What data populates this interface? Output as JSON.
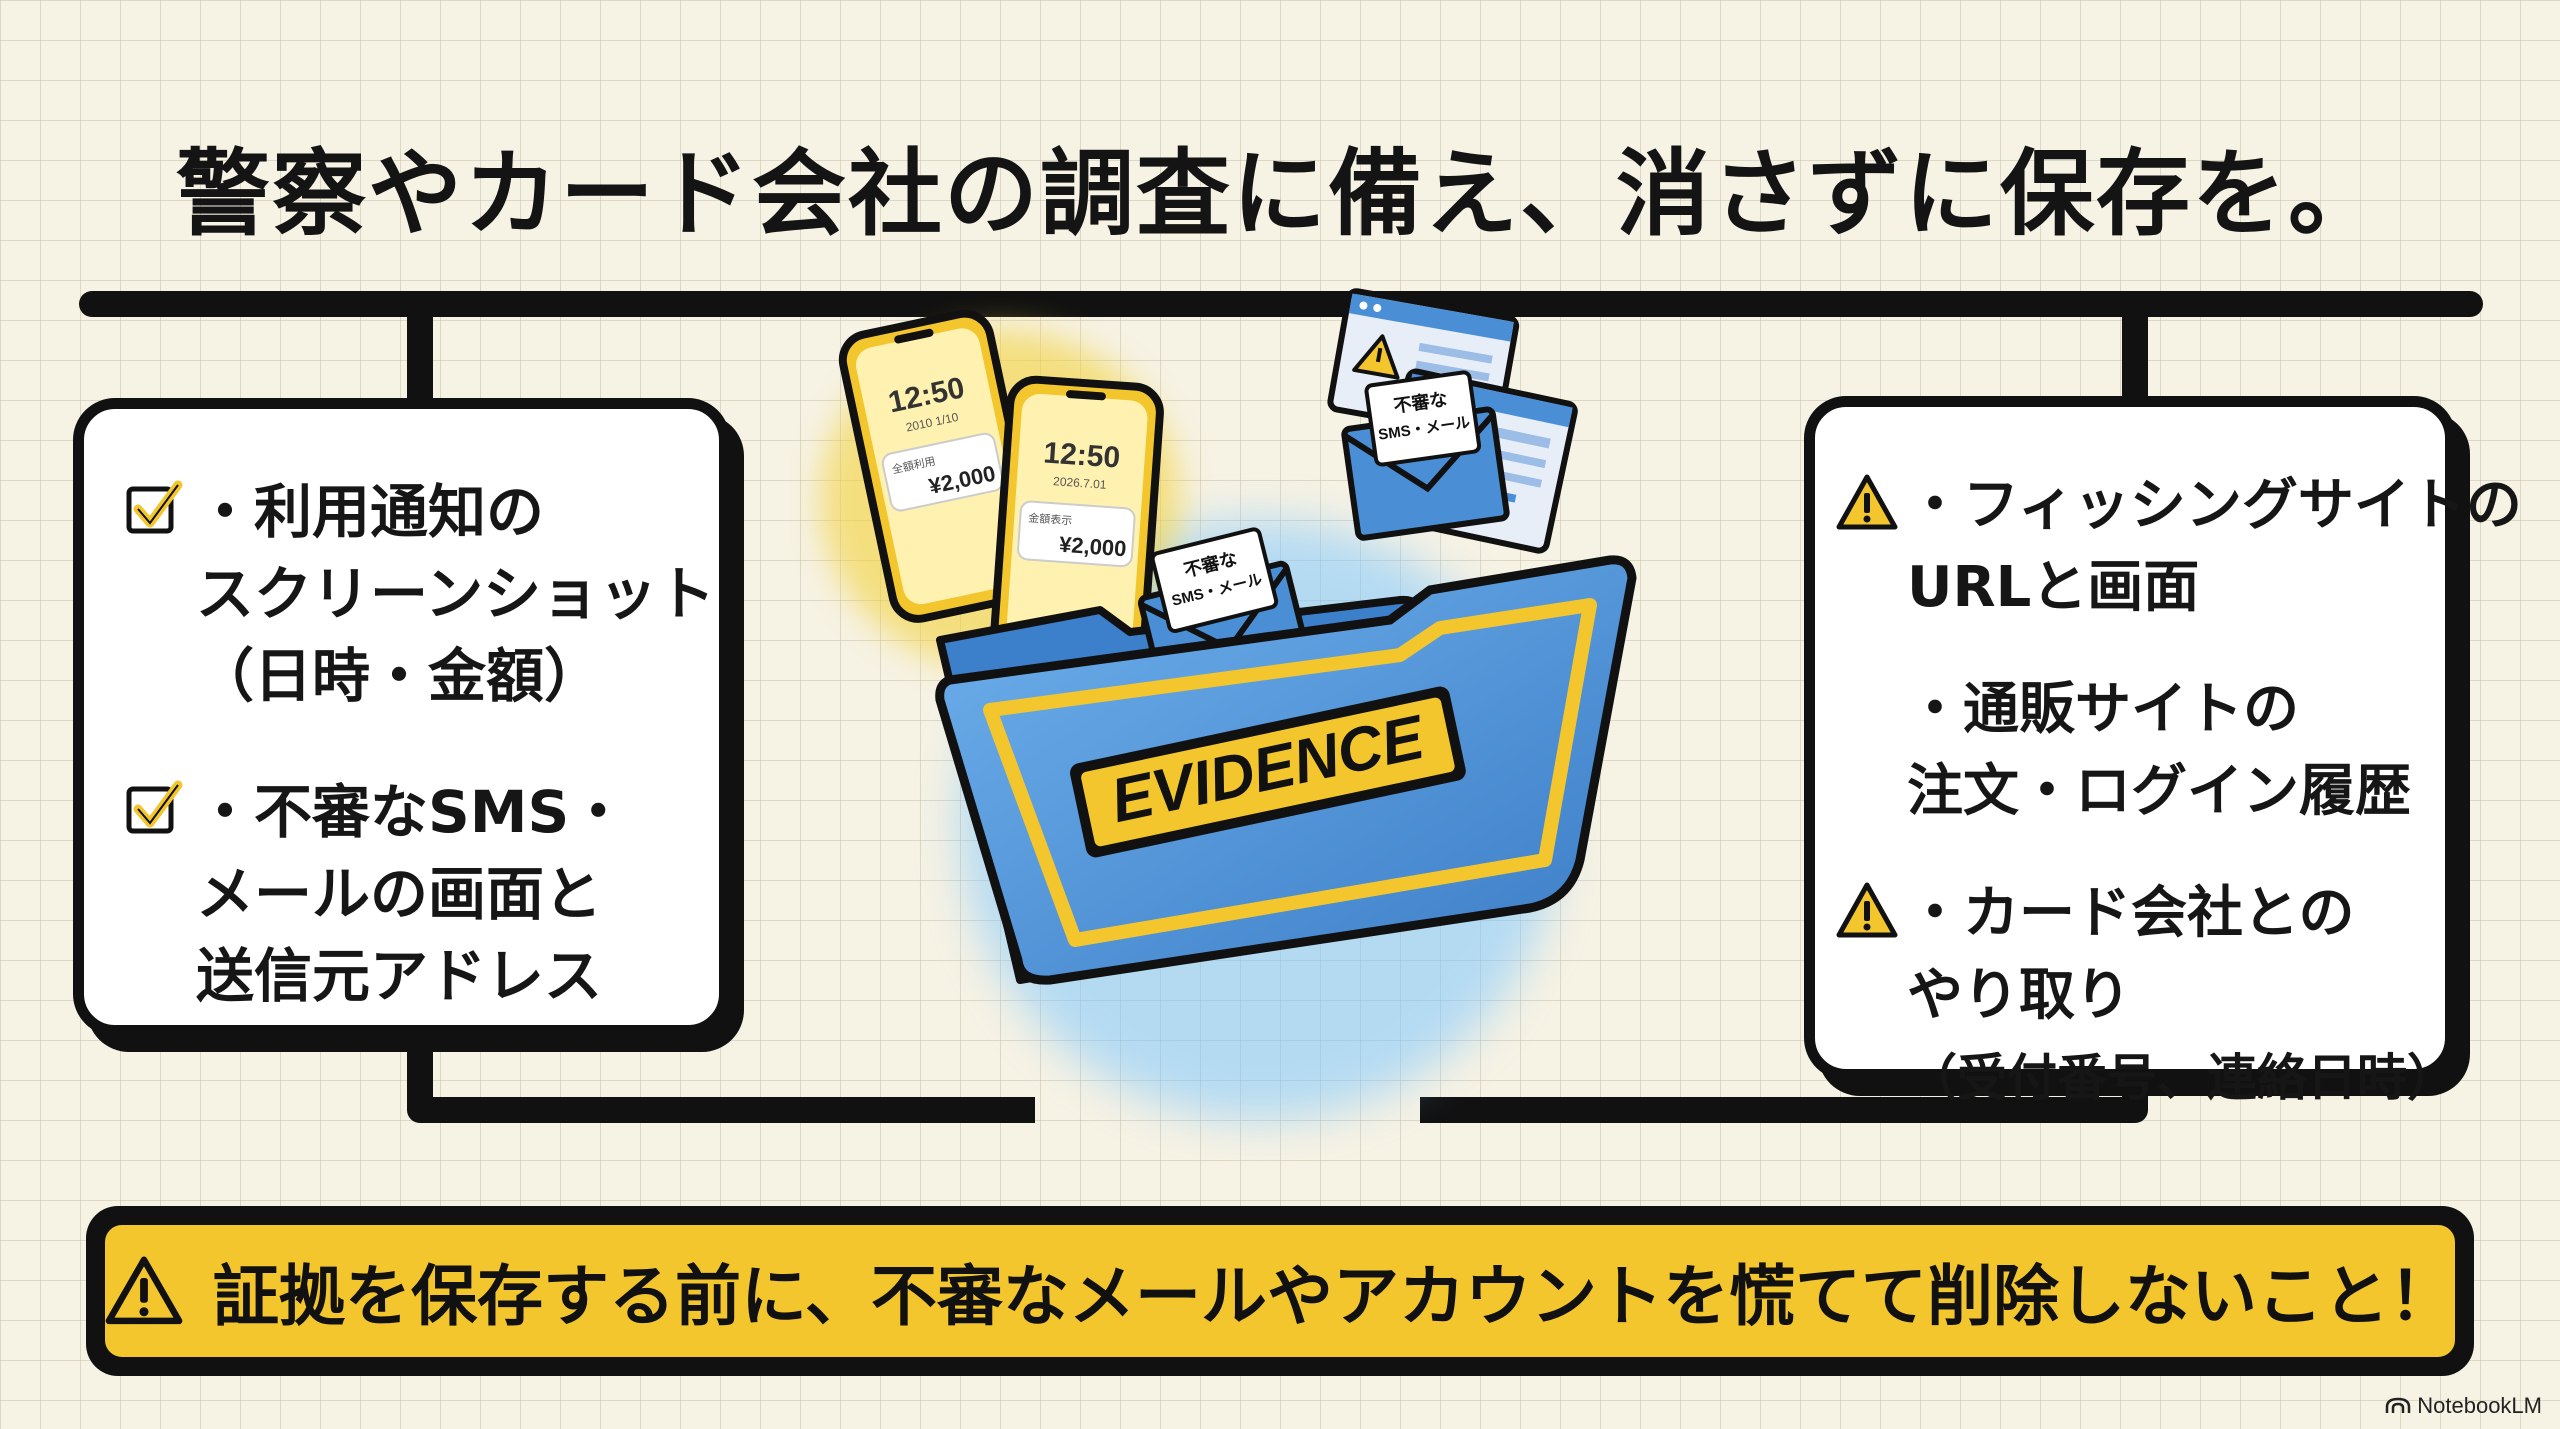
{
  "title": "警察やカード会社の調査に備え、消さずに保存を。",
  "left_card": {
    "items": [
      {
        "icon": "checkbox-icon",
        "lines": [
          "・利用通知の",
          "スクリーンショット",
          "（日時・金額）"
        ]
      },
      {
        "icon": "checkbox-icon",
        "lines": [
          "・不審なSMS・",
          "メールの画面と",
          "送信元アドレス"
        ]
      }
    ]
  },
  "right_card": {
    "items": [
      {
        "icon": "warning-icon",
        "lines": [
          "・フィッシングサイトの",
          "URLと画面"
        ]
      },
      {
        "icon": "",
        "lines": [
          "・通販サイトの",
          "注文・ログイン履歴"
        ]
      },
      {
        "icon": "warning-icon",
        "lines": [
          "・カード会社との",
          "やり取り",
          "（受付番号、連絡日時）"
        ]
      }
    ]
  },
  "illustration": {
    "folder_label": "EVIDENCE",
    "phone1": {
      "time": "12:50",
      "date": "2010 1/10",
      "label": "全額利用",
      "amount": "¥2,000"
    },
    "phone2": {
      "time": "12:50",
      "date": "2026.7.01",
      "label": "金額表示",
      "amount": "¥2,000"
    },
    "envelope_label_line1": "不審な",
    "envelope_label_line2": "SMS・メール"
  },
  "banner": {
    "text": "証拠を保存する前に、不審なメールやアカウントを慌てて削除しないこと！",
    "icon": "warning-icon"
  },
  "brand": "NotebookLM",
  "colors": {
    "accent_yellow": "#f3c62e",
    "folder_blue": "#4a8fd6",
    "ink": "#111111",
    "background": "#f6f2e4"
  }
}
